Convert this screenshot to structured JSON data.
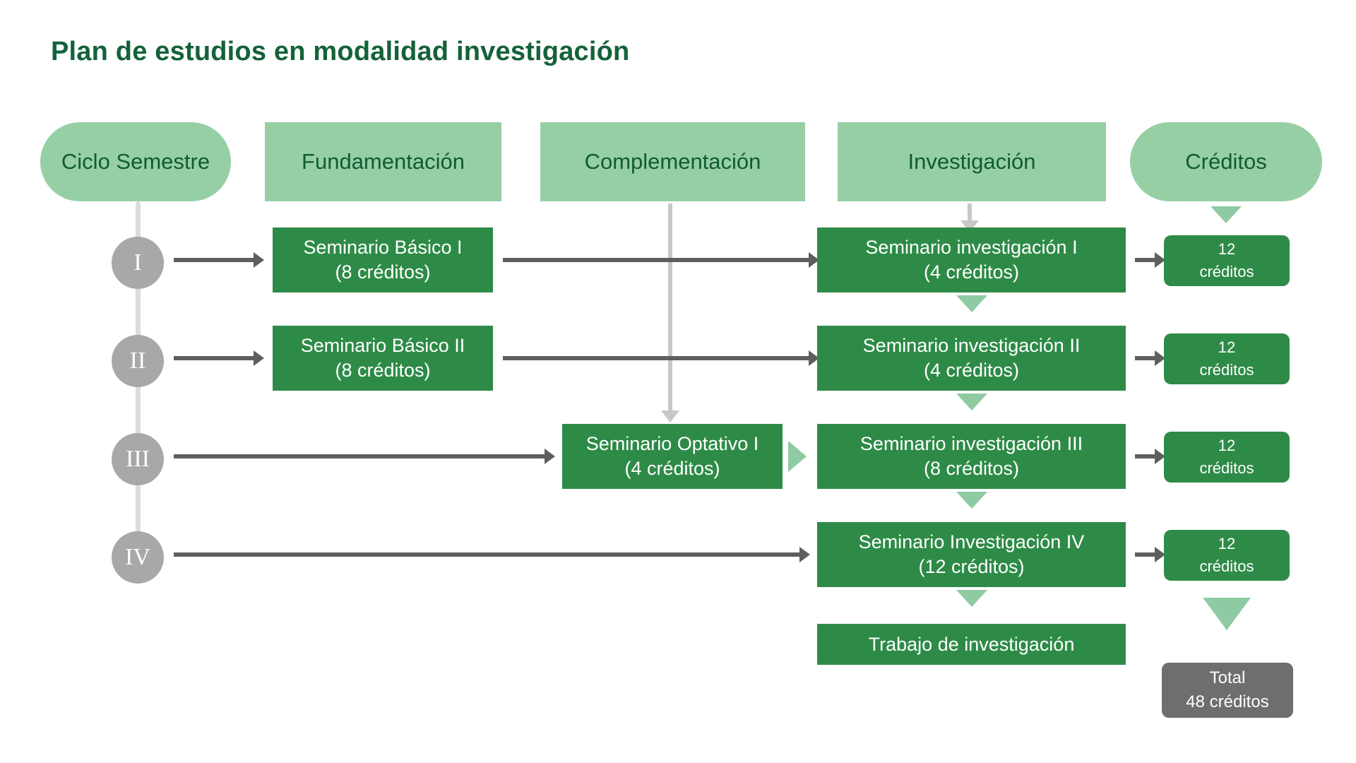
{
  "page": {
    "title": "Plan de estudios en modalidad investigación",
    "title_color": "#14623a",
    "background": "#ffffff"
  },
  "colors": {
    "header_band": "#97cfa4",
    "header_text": "#0f5c33",
    "box_green": "#2e8b47",
    "box_text": "#ffffff",
    "cycle_circle": "#a8a8a8",
    "total_box": "#6e6e6e",
    "arrow_grey": "#5e5e5e",
    "arrow_light": "#c8c8c8",
    "arrow_green": "#8fcba2"
  },
  "headers": [
    {
      "label": "Ciclo Semestre",
      "shape": "pill"
    },
    {
      "label": "Fundamentación",
      "shape": "rect"
    },
    {
      "label": "Complementación",
      "shape": "rect"
    },
    {
      "label": "Investigación",
      "shape": "rect"
    },
    {
      "label": "Créditos",
      "shape": "pill"
    }
  ],
  "cycles": [
    {
      "numeral": "I"
    },
    {
      "numeral": "II"
    },
    {
      "numeral": "III"
    },
    {
      "numeral": "IV"
    }
  ],
  "rows": [
    {
      "fundamentacion": {
        "line1": "Seminario Básico I",
        "line2": "(8 créditos)"
      },
      "complementacion": null,
      "investigacion": {
        "line1": "Seminario investigación I",
        "line2": "(4 créditos)"
      },
      "creditos": {
        "line1": "12",
        "line2": "créditos"
      }
    },
    {
      "fundamentacion": {
        "line1": "Seminario Básico II",
        "line2": "(8 créditos)"
      },
      "complementacion": null,
      "investigacion": {
        "line1": "Seminario investigación II",
        "line2": "(4 créditos)"
      },
      "creditos": {
        "line1": "12",
        "line2": "créditos"
      }
    },
    {
      "fundamentacion": null,
      "complementacion": {
        "line1": "Seminario Optativo I",
        "line2": "(4 créditos)"
      },
      "investigacion": {
        "line1": "Seminario investigación III",
        "line2": "(8 créditos)"
      },
      "creditos": {
        "line1": "12",
        "line2": "créditos"
      }
    },
    {
      "fundamentacion": null,
      "complementacion": null,
      "investigacion": {
        "line1": "Seminario Investigación IV",
        "line2": "(12 créditos)"
      },
      "creditos": {
        "line1": "12",
        "line2": "créditos"
      }
    }
  ],
  "final": {
    "trabajo": {
      "line1": "Trabajo de investigación"
    },
    "total": {
      "line1": "Total",
      "line2": "48 créditos"
    }
  }
}
